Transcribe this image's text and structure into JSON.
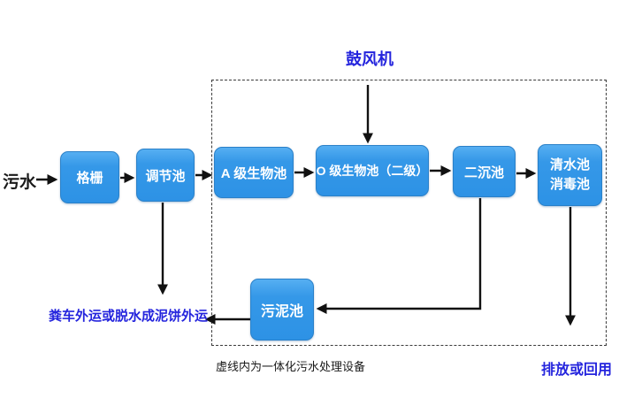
{
  "diagram": {
    "title_hint": "integrated-wastewater-treatment-flow",
    "nodes": {
      "source_label": "污水",
      "screen": "格栅",
      "regulating_tank": "调节池",
      "a_bio_tank": "A 级生物池",
      "o_bio_tank": "O 级生物池（二级）",
      "secondary_sedimentation_tank": "二沉池",
      "clear_water_tank_line1": "清水池",
      "clear_water_tank_line2": "消毒池",
      "sludge_tank": "污泥池"
    },
    "labels": {
      "blower": "鼓风机",
      "sludge_disposal": "粪车外运或脱水成泥饼外运",
      "equipment_caption": "虚线内为一体化污水处理设备",
      "discharge": "排放或回用"
    },
    "edges": [
      {
        "from": "污水",
        "to": "格栅"
      },
      {
        "from": "格栅",
        "to": "调节池"
      },
      {
        "from": "调节池",
        "to": "A 级生物池"
      },
      {
        "from": "A 级生物池",
        "to": "O 级生物池（二级）"
      },
      {
        "from": "O 级生物池（二级）",
        "to": "二沉池"
      },
      {
        "from": "二沉池",
        "to": "清水池/消毒池"
      },
      {
        "from": "鼓风机",
        "to": "O 级生物池（二级）"
      },
      {
        "from": "调节池",
        "to": "粪车外运或脱水成泥饼外运"
      },
      {
        "from": "二沉池",
        "to": "污泥池"
      },
      {
        "from": "污泥池",
        "to": "粪车外运或脱水成泥饼外运"
      },
      {
        "from": "清水池/消毒池",
        "to": "排放或回用"
      }
    ],
    "colors": {
      "box_fill": "#3598e8",
      "box_fill_highlight": "#56aff2",
      "box_border": "#2a80c8",
      "box_text": "#ffffff",
      "blue_text": "#2424dd",
      "black_text": "#1a1a1a",
      "arrow": "#111111",
      "dashed_border": "#3a3a3a",
      "background": "#ffffff"
    }
  }
}
